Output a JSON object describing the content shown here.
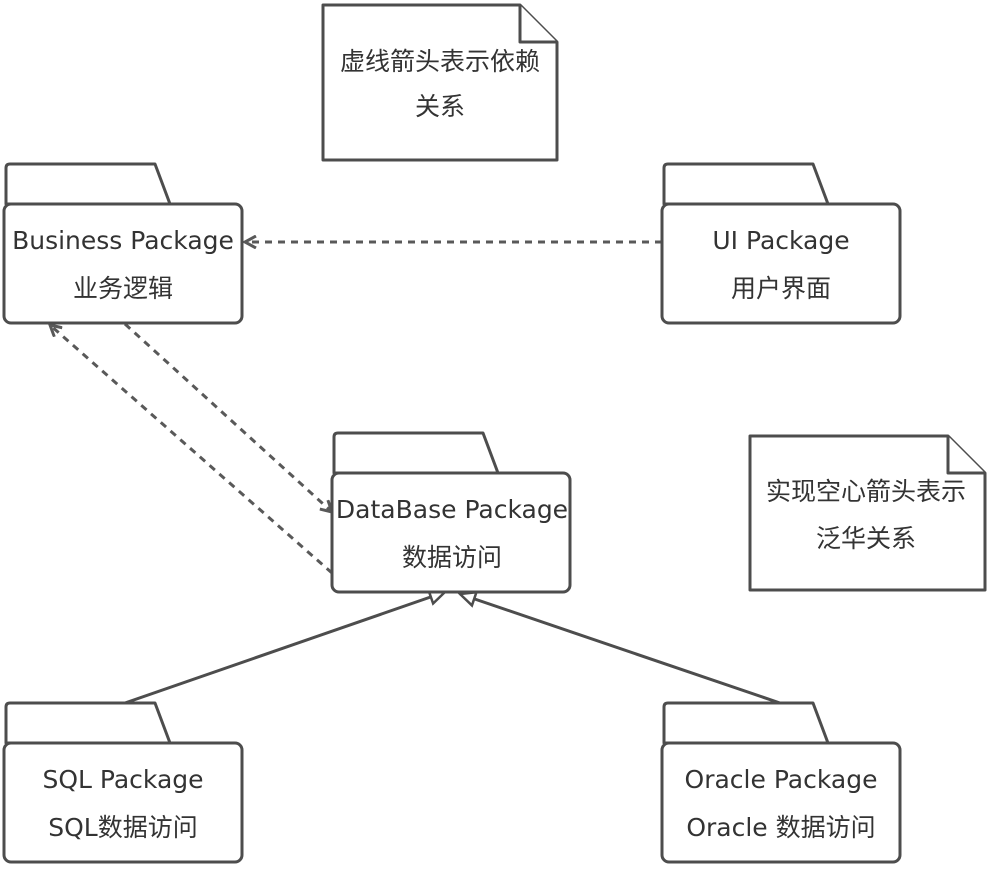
{
  "packages": {
    "business": {
      "name": "Business Package",
      "desc": "业务逻辑"
    },
    "ui": {
      "name": "UI Package",
      "desc": "用户界面"
    },
    "database": {
      "name": "DataBase Package",
      "desc": "数据访问"
    },
    "sql": {
      "name": "SQL Package",
      "desc": "SQL数据访问"
    },
    "oracle": {
      "name": "Oracle Package",
      "desc": "Oracle 数据访问"
    }
  },
  "notes": {
    "dependency": {
      "line1": "虚线箭头表示依赖",
      "line2": "关系"
    },
    "generalization": {
      "line1": "实现空心箭头表示",
      "line2": "泛华关系"
    }
  },
  "colors": {
    "stroke": "#4d4d4d",
    "dashed": "#595959",
    "text": "#333333",
    "fill": "#ffffff"
  }
}
